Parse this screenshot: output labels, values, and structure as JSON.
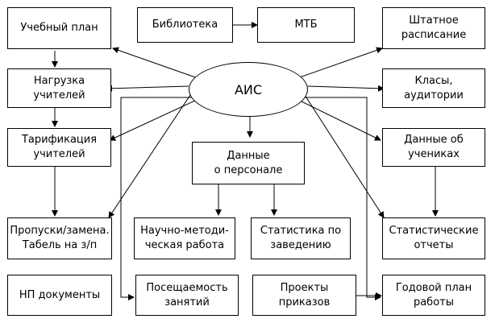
{
  "center": "АИС",
  "nodes": {
    "uchebny_plan": "Учебный план",
    "biblioteka": "Библиотека",
    "mtb": "МТБ",
    "shtatnoe": "Штатное\nрасписание",
    "nagruzka": "Нагрузка\nучителей",
    "klasy": "Класы,\nаудитории",
    "tarifikaciya": "Тарификация\nучителей",
    "dannye_personale": "Данные\nо персонале",
    "dannye_uchenikah": "Данные об\nучениках",
    "propuski": "Пропуски/замена.\nТабель на з/п",
    "nauchno": "Научно-методи-\nческая работа",
    "statistika": "Статистика по\nзаведению",
    "stat_otchety": "Статистические\nотчеты",
    "np_dokumenty": "НП документы",
    "poseshaemost": "Посещаемость\nзанятий",
    "proekty": "Проекты\nприказов",
    "godovoy_plan": "Годовой план\nработы"
  }
}
